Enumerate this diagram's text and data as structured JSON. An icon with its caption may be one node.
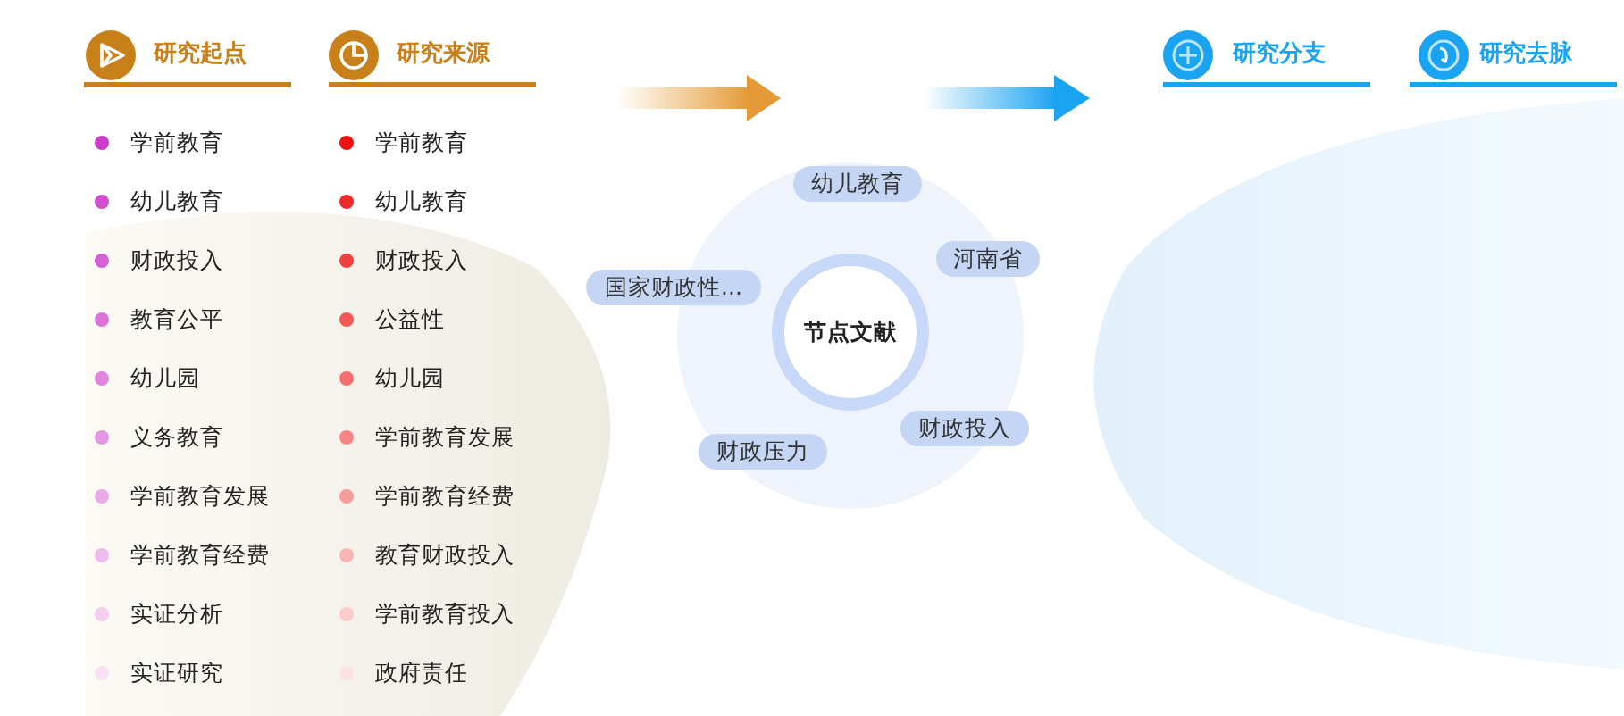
{
  "diagram": {
    "nodes": [
      {
        "text": [],
        "shape": "circle"
      },
      {
        "text": [
          "节点文献"
        ],
        "in": 0
      },
      {
        "text": [
          "幼儿教育"
        ],
        "in": 0
      },
      {
        "text": [
          "河南省"
        ],
        "in": 0
      },
      {
        "text": [
          "国家财政性..."
        ]
      },
      {
        "text": [
          "财政投入"
        ],
        "in": 0
      },
      {
        "text": [
          "财政压力"
        ],
        "in": 0
      }
    ],
    "labels": [
      "研究起点",
      "研究来源",
      "研究分支",
      "研究去脉",
      "学前教育",
      "幼儿教育",
      "财政投入",
      "教育公平",
      "幼儿园",
      "义务教育",
      "学前教育发展",
      "学前教育经费",
      "实证分析",
      "实证研究",
      "学前教育",
      "幼儿教育",
      "财政投入",
      "公益性",
      "幼儿园",
      "学前教育发展",
      "学前教育经费",
      "教育财政投入",
      "学前教育投入",
      "政府责任"
    ]
  }
}
